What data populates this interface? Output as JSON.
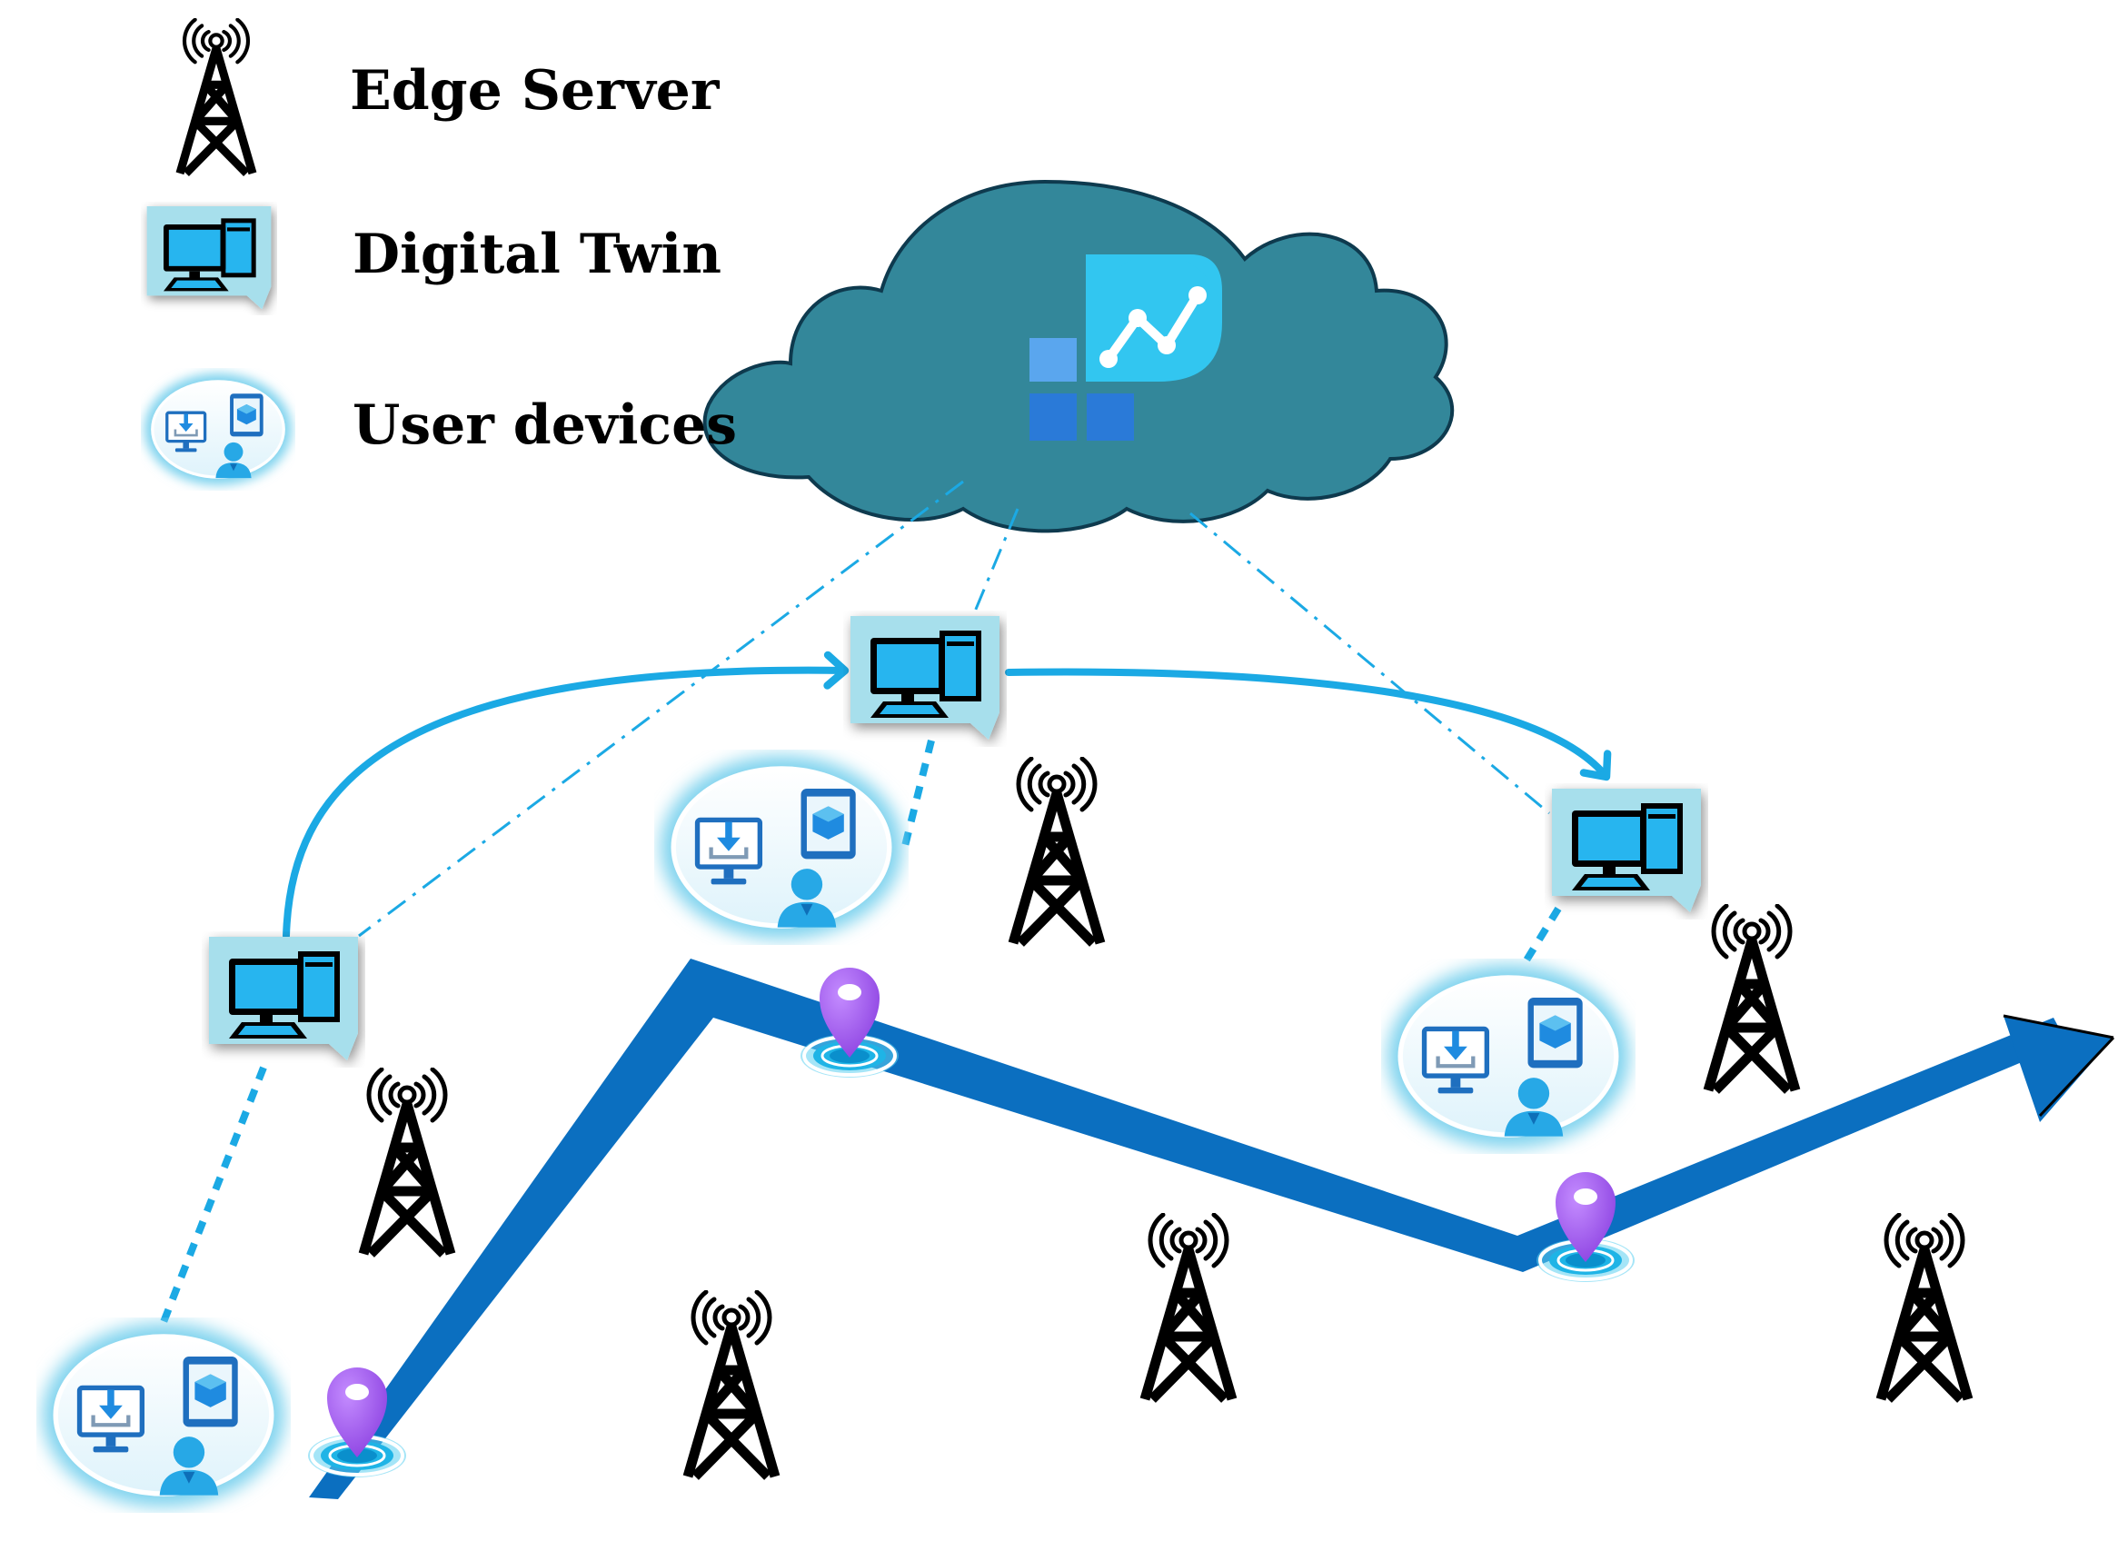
{
  "legend": {
    "edge_server": "Edge Server",
    "digital_twin": "Digital Twin",
    "user_devices": "User devices"
  },
  "colors": {
    "cloud_fill": "#33879a",
    "cloud_stroke": "#0e3a4e",
    "route_fill": "#0b6fc0",
    "twin_bg": "#9fdcea",
    "link_blue": "#1ba9e4",
    "pin_purple": "#9b55e6",
    "halo_cyan": "#1fb8e6"
  },
  "icons": [
    "antenna-tower-icon",
    "digital-twin-icon",
    "user-devices-icon",
    "cloud-icon",
    "analytics-icon",
    "location-pin-icon"
  ]
}
